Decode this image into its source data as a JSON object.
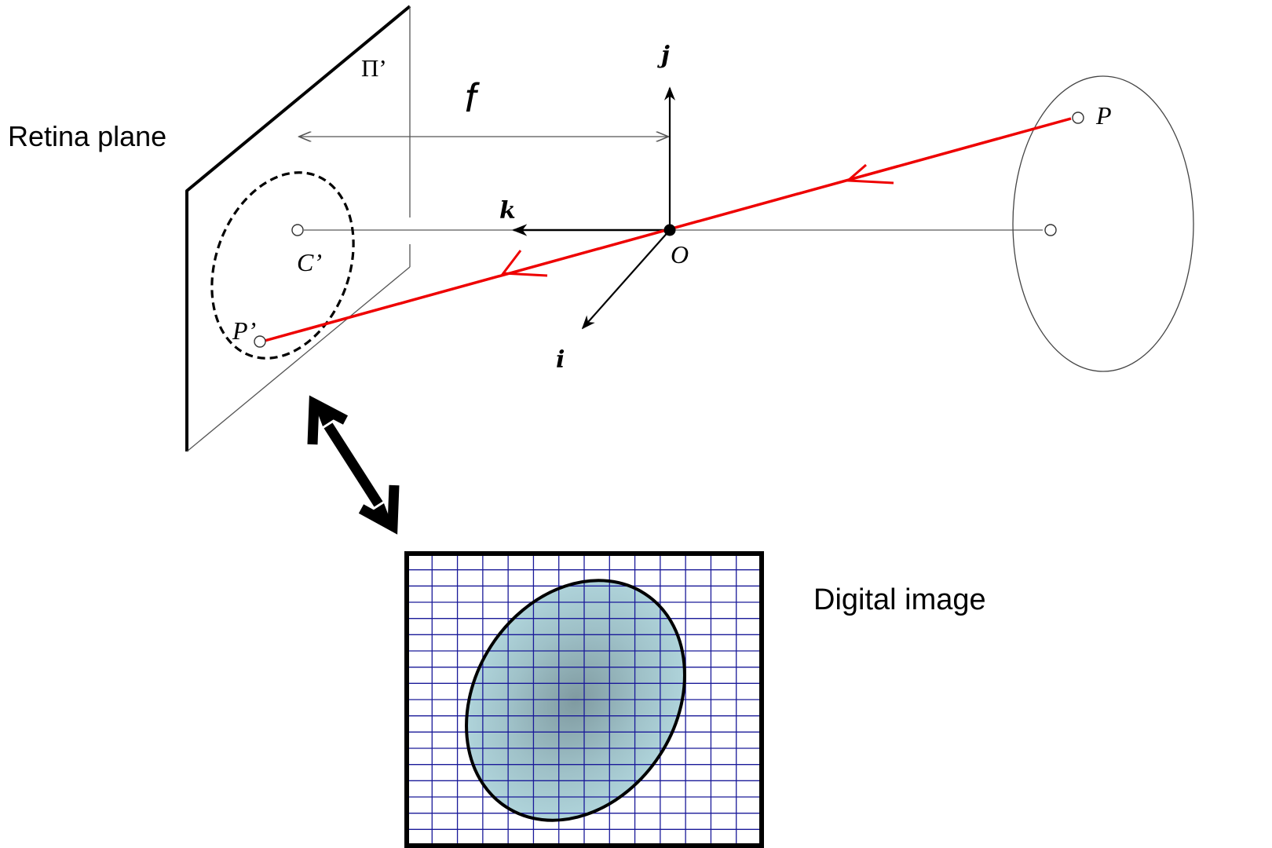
{
  "labels": {
    "retina_plane": "Retina plane",
    "digital_image": "Digital image",
    "focal_length": "f",
    "image_plane": "Π’",
    "axis_j": "j",
    "axis_k": "k",
    "axis_i": "i",
    "origin": "O",
    "point_P": "P",
    "point_P_image": "P’",
    "point_C_image": "C’"
  },
  "colors": {
    "ray": "#ee0000",
    "grid": "#1a1a99",
    "ellipse_fill": "#a9d0d8",
    "ellipse_center": "#7f9aa0",
    "line": "#000000",
    "thin_line": "#555555"
  },
  "grid": {
    "rows": 18,
    "cols": 14
  }
}
